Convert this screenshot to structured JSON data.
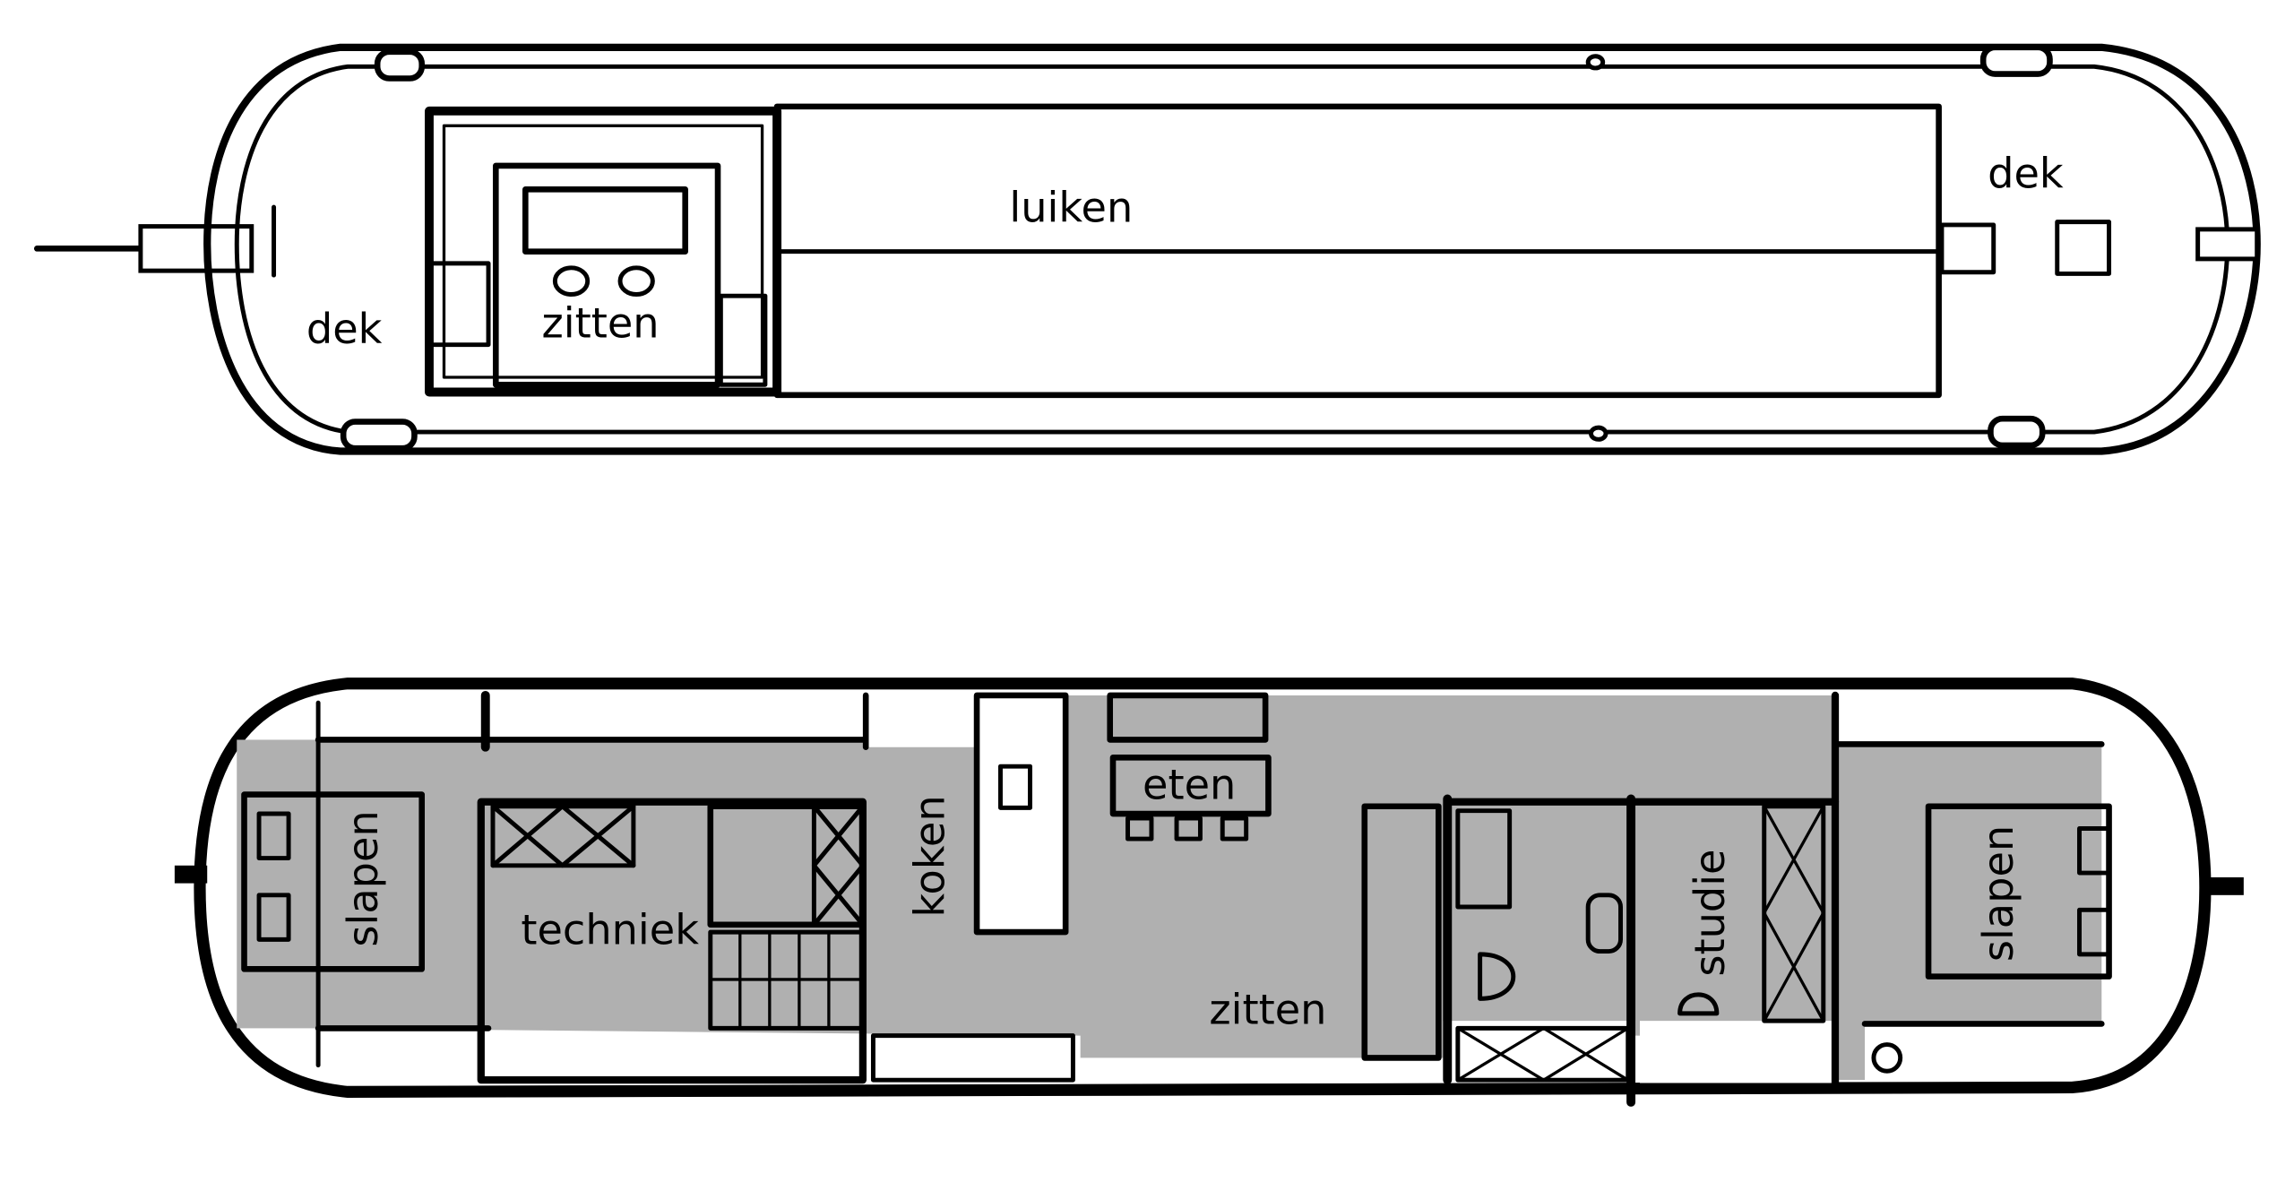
{
  "deck_plan": {
    "labels": {
      "deck_left": "dek",
      "sitting": "zitten",
      "hatches": "luiken",
      "deck_right": "dek"
    }
  },
  "floor_plan": {
    "labels": {
      "sleeping_left": "slapen",
      "technical": "techniek",
      "cooking": "koken",
      "dining": "eten",
      "sitting": "zitten",
      "study": "studie",
      "sleeping_right": "slapen"
    }
  },
  "colors": {
    "light_gray": "#cfcfcf",
    "mid_gray": "#b0b0b0",
    "dark_gray": "#666666",
    "ink": "#000000"
  }
}
